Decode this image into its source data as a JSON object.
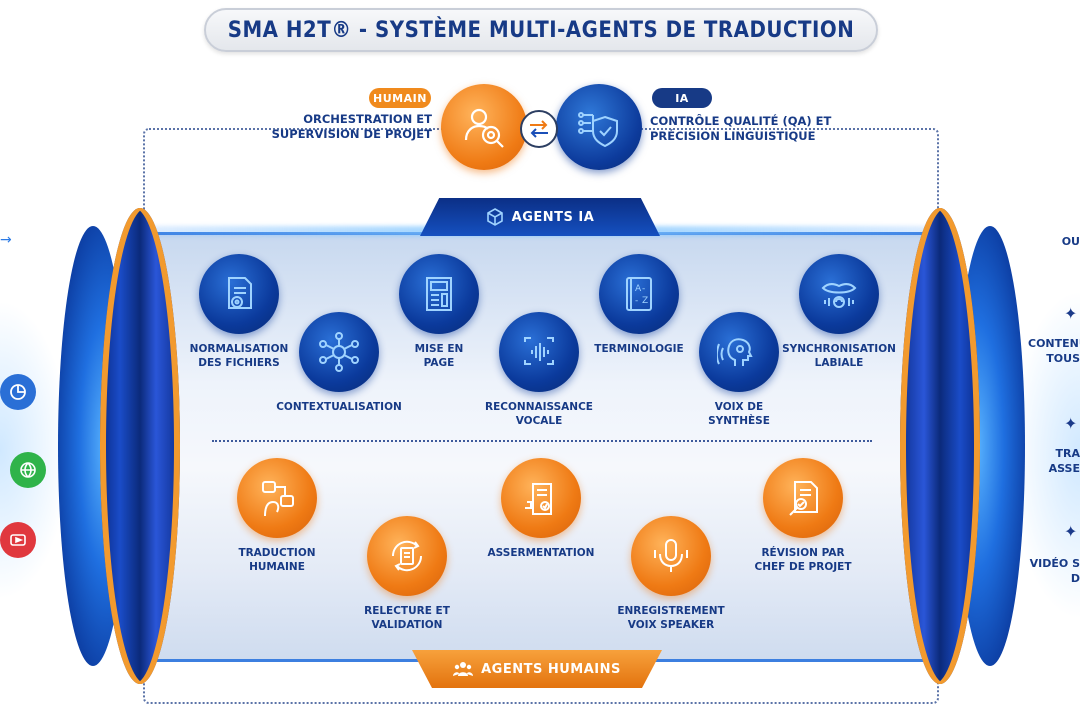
{
  "title": "SMA H2T® - SYSTÈME MULTI-AGENTS DE TRADUCTION",
  "top": {
    "humain_tag": "HUMAIN",
    "humain_text": "ORCHESTRATION ET\nSUPERVISION DE PROJET",
    "ia_tag": "IA",
    "ia_text": "CONTRÔLE QUALITÉ (QA) ET\nPRÉCISION LINGUISTIQUE"
  },
  "agents_ia_label": "AGENTS IA",
  "agents_humains_label": "AGENTS HUMAINS",
  "ia_agents": [
    {
      "label": "NORMALISATION\nDES FICHIERS",
      "icon": "document-gear-icon"
    },
    {
      "label": "CONTEXTUALISATION",
      "icon": "network-nodes-icon"
    },
    {
      "label": "MISE EN\nPAGE",
      "icon": "layout-page-icon"
    },
    {
      "label": "RECONNAISSANCE\nVOCALE",
      "icon": "voice-wave-icon"
    },
    {
      "label": "TERMINOLOGIE",
      "icon": "glossary-book-icon"
    },
    {
      "label": "VOIX DE\nSYNTHÈSE",
      "icon": "synthetic-voice-icon"
    },
    {
      "label": "SYNCHRONISATION\nLABIALE",
      "icon": "lips-sync-icon"
    }
  ],
  "human_agents": [
    {
      "label": "TRADUCTION\nHUMAINE",
      "icon": "human-translation-icon"
    },
    {
      "label": "RELECTURE ET\nVALIDATION",
      "icon": "review-cycle-icon"
    },
    {
      "label": "ASSERMENTATION",
      "icon": "certified-stamp-icon"
    },
    {
      "label": "ENREGISTREMENT\nVOIX SPEAKER",
      "icon": "microphone-icon"
    },
    {
      "label": "RÉVISION PAR\nCHEF DE PROJET",
      "icon": "document-search-icon"
    }
  ],
  "right_partial": [
    {
      "text": "OU"
    },
    {
      "text": "CONTENU\nTOUS"
    },
    {
      "text": "TRA\nASSE"
    },
    {
      "text": "VIDÉO S\nD"
    }
  ],
  "colors": {
    "navy": "#173a86",
    "orange": "#ef7a14",
    "blue": "#0b3a9c"
  }
}
